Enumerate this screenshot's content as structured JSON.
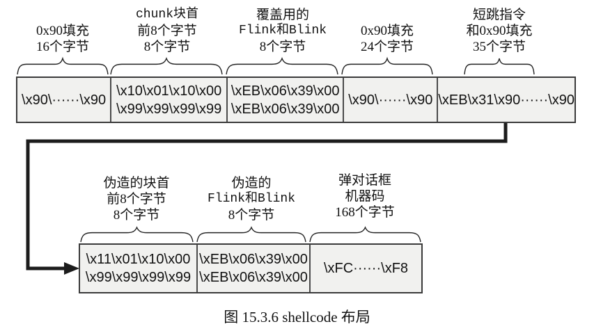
{
  "figure": {
    "caption": "图 15.3.6  shellcode  布局"
  },
  "row1": {
    "boxes": [
      {
        "label": [
          "0x90填充",
          "16个字节"
        ],
        "content": [
          "\\x90\\······\\x90"
        ]
      },
      {
        "label": [
          "chunk块首",
          "前8个字节",
          "8个字节"
        ],
        "content": [
          "\\x10\\x01\\x10\\x00",
          "\\x99\\x99\\x99\\x99"
        ]
      },
      {
        "label": [
          "覆盖用的",
          "Flink和Blink",
          "8个字节"
        ],
        "content": [
          "\\xEB\\x06\\x39\\x00",
          "\\xEB\\x06\\x39\\x00"
        ]
      },
      {
        "label": [
          "0x90填充",
          "24个字节"
        ],
        "content": [
          "\\x90\\······\\x90"
        ]
      },
      {
        "label": [
          "短跳指令",
          "和0x90填充",
          "35个字节"
        ],
        "content": [
          "\\xEB\\x31\\x90······\\x90"
        ]
      }
    ]
  },
  "row2": {
    "boxes": [
      {
        "label": [
          "伪造的块首",
          "前8个字节",
          "8个字节"
        ],
        "content": [
          "\\x11\\x01\\x10\\x00",
          "\\x99\\x99\\x99\\x99"
        ]
      },
      {
        "label": [
          "伪造的",
          "Flink和Blink",
          "8个字节"
        ],
        "content": [
          "\\xEB\\x06\\x39\\x00",
          "\\xEB\\x06\\x39\\x00"
        ]
      },
      {
        "label": [
          "弹对话框",
          "机器码",
          "168个字节"
        ],
        "content": [
          "\\xFC······\\xF8"
        ]
      }
    ]
  },
  "colors": {
    "box_fill": "#f1f1ef",
    "box_border": "#3a3a3a",
    "connector": "#1c1c1c"
  }
}
